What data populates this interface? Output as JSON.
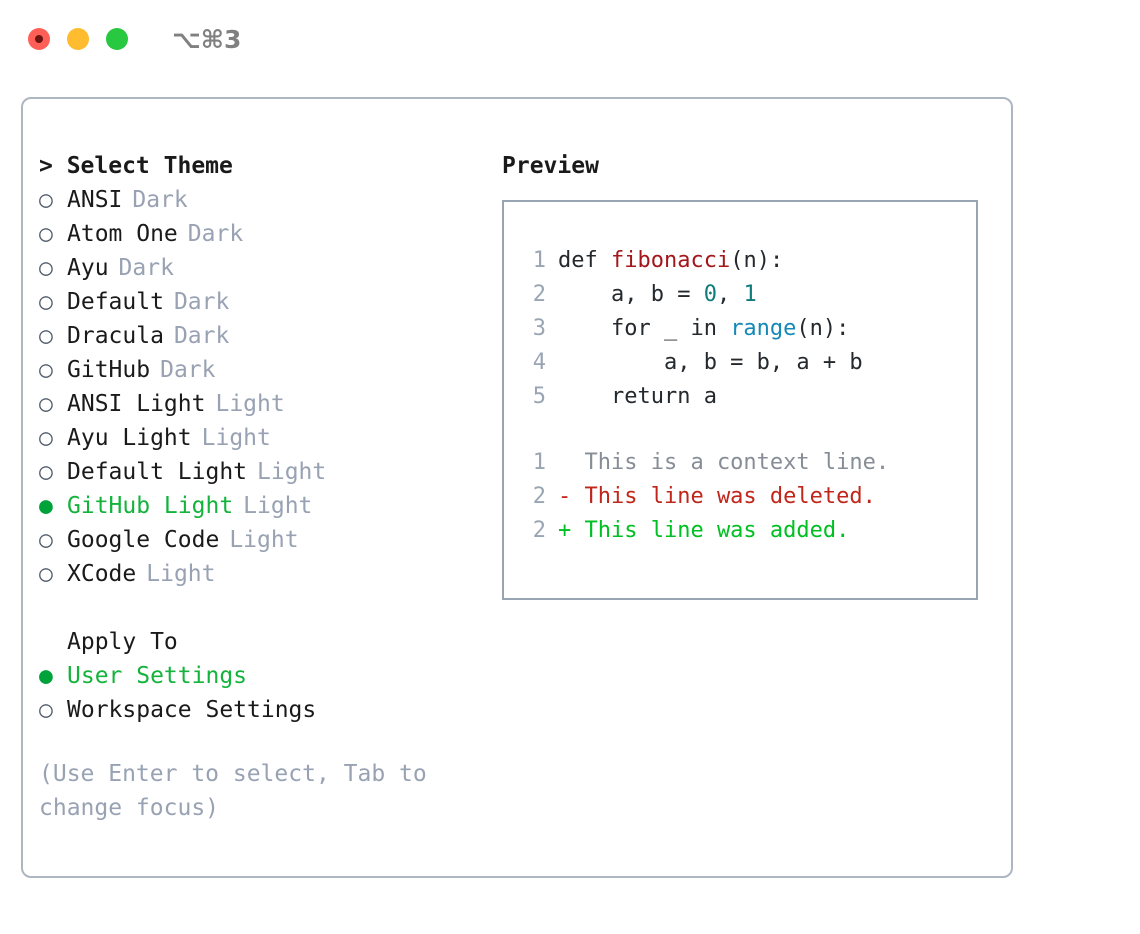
{
  "titlebar": {
    "shortcut": "⌥⌘3",
    "buttons": [
      "close",
      "minimize",
      "maximize"
    ]
  },
  "theme_section": {
    "header": "> Select Theme",
    "items": [
      {
        "marker": "○",
        "label": "ANSI",
        "tag": "Dark",
        "selected": false
      },
      {
        "marker": "○",
        "label": "Atom One",
        "tag": "Dark",
        "selected": false
      },
      {
        "marker": "○",
        "label": "Ayu",
        "tag": "Dark",
        "selected": false
      },
      {
        "marker": "○",
        "label": "Default",
        "tag": "Dark",
        "selected": false
      },
      {
        "marker": "○",
        "label": "Dracula",
        "tag": "Dark",
        "selected": false
      },
      {
        "marker": "○",
        "label": "GitHub",
        "tag": "Dark",
        "selected": false
      },
      {
        "marker": "○",
        "label": "ANSI Light",
        "tag": "Light",
        "selected": false
      },
      {
        "marker": "○",
        "label": "Ayu Light",
        "tag": "Light",
        "selected": false
      },
      {
        "marker": "○",
        "label": "Default Light",
        "tag": "Light",
        "selected": false
      },
      {
        "marker": "●",
        "label": "GitHub Light",
        "tag": "Light",
        "selected": true
      },
      {
        "marker": "○",
        "label": "Google Code",
        "tag": "Light",
        "selected": false
      },
      {
        "marker": "○",
        "label": "XCode",
        "tag": "Light",
        "selected": false
      }
    ]
  },
  "apply_section": {
    "header": "Apply To",
    "items": [
      {
        "marker": "●",
        "label": "User Settings",
        "selected": true
      },
      {
        "marker": "○",
        "label": "Workspace Settings",
        "selected": false
      }
    ]
  },
  "hint": {
    "line1": "(Use Enter to select, Tab to",
    "line2": "change focus)"
  },
  "preview": {
    "title": "Preview",
    "code_lines": [
      {
        "no": "1",
        "parts": [
          {
            "text": "def ",
            "tok": "plain"
          },
          {
            "text": "fibonacci",
            "tok": "fn"
          },
          {
            "text": "(n):",
            "tok": "plain"
          }
        ]
      },
      {
        "no": "2",
        "parts": [
          {
            "text": "    a, b = ",
            "tok": "plain"
          },
          {
            "text": "0",
            "tok": "num"
          },
          {
            "text": ", ",
            "tok": "plain"
          },
          {
            "text": "1",
            "tok": "num"
          }
        ]
      },
      {
        "no": "3",
        "parts": [
          {
            "text": "    for _ in ",
            "tok": "plain"
          },
          {
            "text": "range",
            "tok": "call"
          },
          {
            "text": "(n):",
            "tok": "plain"
          }
        ]
      },
      {
        "no": "4",
        "parts": [
          {
            "text": "        a, b = b, a + b",
            "tok": "plain"
          }
        ]
      },
      {
        "no": "5",
        "parts": [
          {
            "text": "    return a",
            "tok": "plain"
          }
        ]
      }
    ],
    "diff_lines": [
      {
        "no": "1",
        "text": "  This is a context line.",
        "kind": "ctx"
      },
      {
        "no": "2",
        "text": "- This line was deleted.",
        "kind": "del"
      },
      {
        "no": "2",
        "text": "+ This line was added.",
        "kind": "add"
      }
    ]
  },
  "colors": {
    "selected_green": "#14b33c",
    "bullet_green": "#00a23a",
    "tag_grey": "#98a2b3",
    "diff_add": "#00bf23",
    "diff_del": "#c0261a",
    "fn_red": "#a3161a",
    "num_teal": "#0f7b7b",
    "call_blue": "#1489b8",
    "border": "#aeb6c2"
  }
}
